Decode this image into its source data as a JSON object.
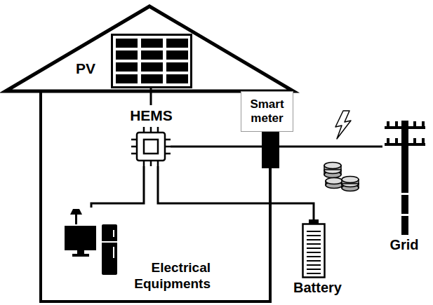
{
  "diagram": {
    "nodes": [
      {
        "text": [
          "PV"
        ]
      },
      {
        "text": [
          "HEMS"
        ]
      },
      {
        "text": [
          "Smart meter"
        ]
      },
      {
        "text": [
          "Electrical Equipments"
        ]
      },
      {
        "text": [
          "Battery"
        ]
      },
      {
        "text": [
          "Grid"
        ]
      }
    ],
    "edges": [
      {
        "from": 0,
        "to": 1,
        "arrow": "none"
      },
      {
        "from": 1,
        "to": 2,
        "arrow": "none"
      },
      {
        "from": 2,
        "to": 5,
        "arrow": "none"
      },
      {
        "from": 1,
        "to": 3,
        "arrow": "none"
      },
      {
        "from": 1,
        "to": 4,
        "arrow": "none"
      }
    ]
  }
}
